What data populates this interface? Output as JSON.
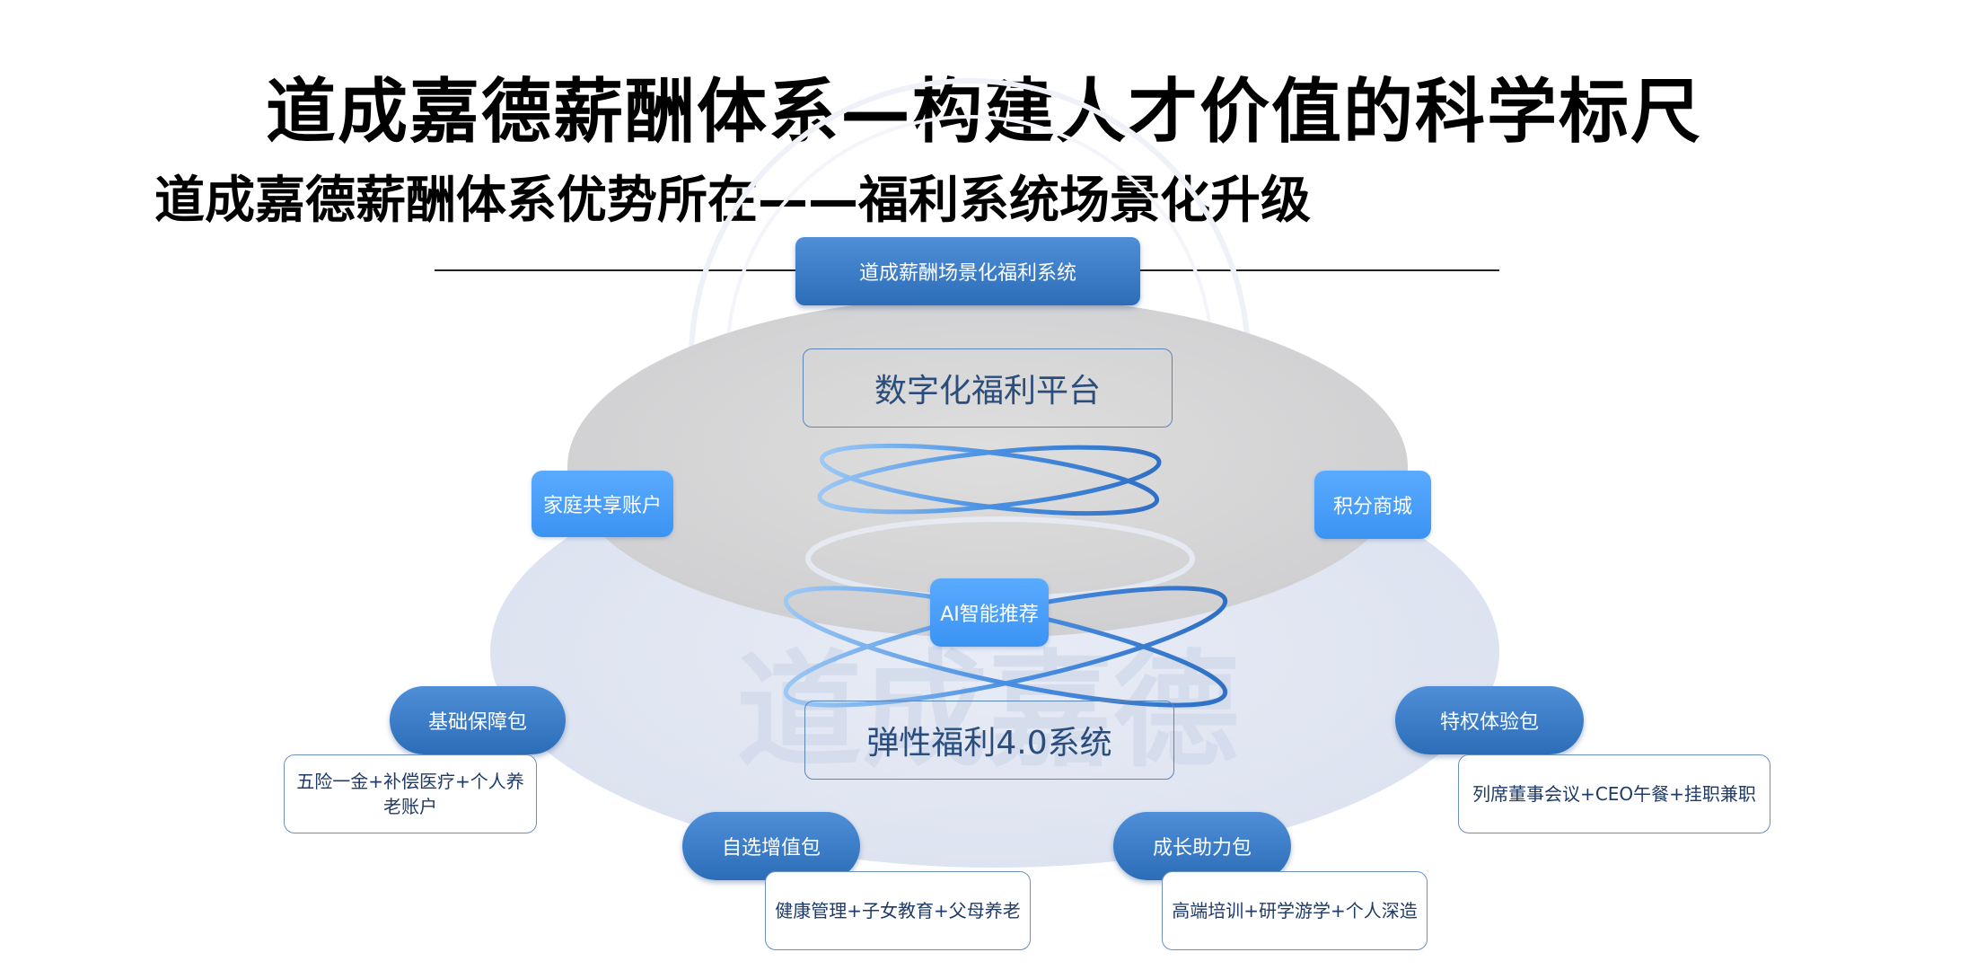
{
  "header": {
    "title": "道成嘉德薪酬体系—构建人才价值的科学标尺",
    "subtitle": "道成嘉德薪酬体系优势所在——福利系统场景化升级"
  },
  "diagram": {
    "system_label": "道成薪酬场景化福利系统",
    "top_platform": "数字化福利平台",
    "bottom_platform": "弹性福利4.0系统",
    "ai_label": "AI智能推荐",
    "family_account": "家庭共享账户",
    "points_mall": "积分商城",
    "watermark": "道成嘉德",
    "packages": [
      {
        "label": "基础保障包",
        "description": "五险一金+补偿医疗+个人养老账户"
      },
      {
        "label": "特权体验包",
        "description": "列席董事会议+CEO午餐+挂职兼职"
      },
      {
        "label": "自选增值包",
        "description": "健康管理+子女教育+父母养老"
      },
      {
        "label": "成长助力包",
        "description": "高端培训+研学游学+个人深造"
      }
    ]
  },
  "colors": {
    "dark_blue": "#2c6db8",
    "light_blue": "#3b93f2",
    "text_blue": "#2a4d7c",
    "top_disk": "#d7d7d9",
    "bottom_disk": "#e3e8f3"
  }
}
